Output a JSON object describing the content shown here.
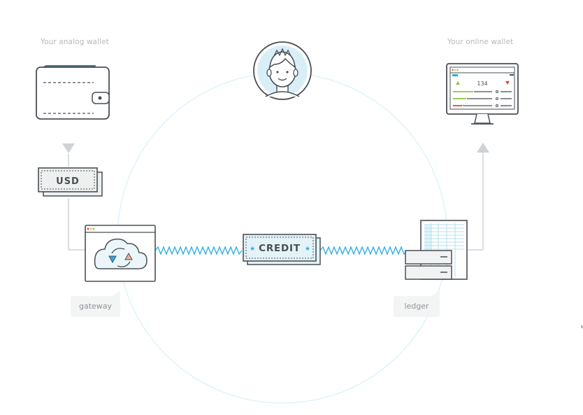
{
  "labels": {
    "analog_wallet": "Your analog wallet",
    "online_wallet": "Your online wallet"
  },
  "currency_note": {
    "text": "USD"
  },
  "credit_note": {
    "text": "CREDIT"
  },
  "online_wallet_screen": {
    "value": "134"
  },
  "tags": {
    "gateway": "gateway",
    "ledger": "ledger"
  },
  "colors": {
    "accent_blue": "#29abe2",
    "circle": "#dff3fa",
    "outline": "#4a4f55",
    "green": "#8cc63f",
    "red": "#e2403f",
    "connector": "#cfd3d5",
    "note_fill": "#eef0f0",
    "credit_fill": "#e3f3f8"
  },
  "icons": [
    "wallet-icon",
    "user-avatar-icon",
    "monitor-icon",
    "cash-note-icon",
    "browser-cloud-icon",
    "server-ledger-icon"
  ]
}
